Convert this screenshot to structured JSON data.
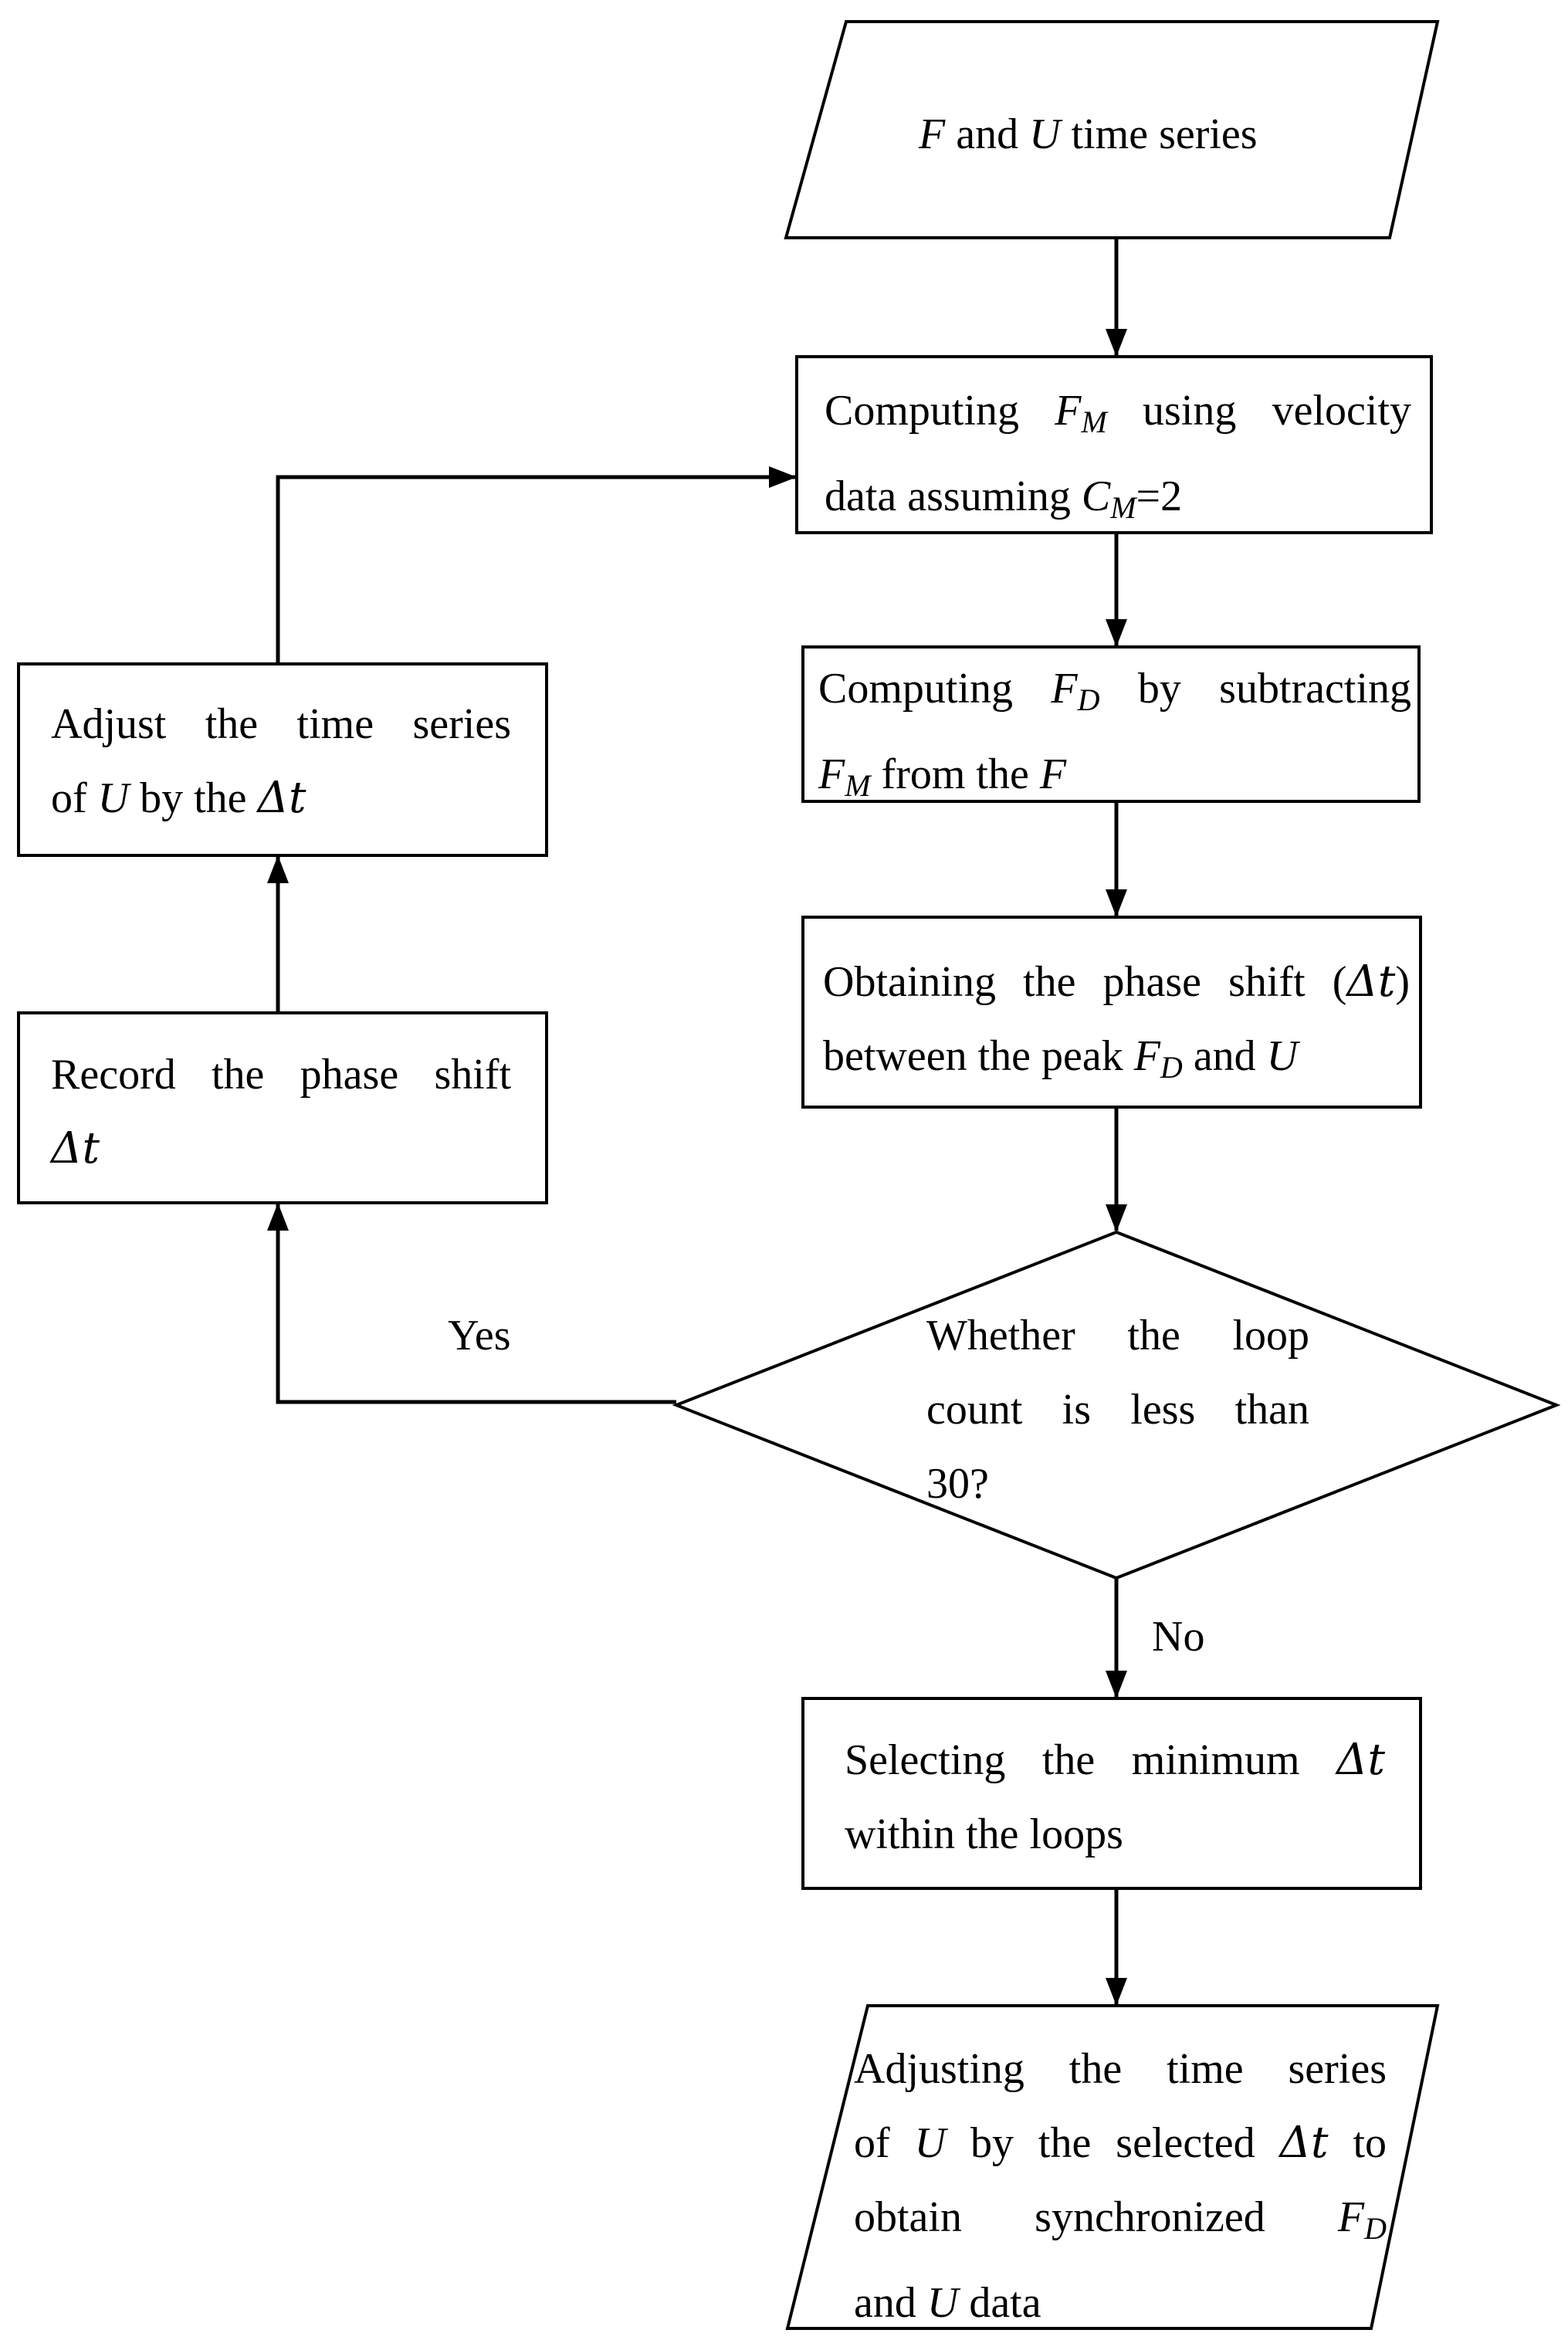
{
  "nodes": {
    "input": {
      "var_f": "F",
      "and": " and ",
      "var_u": "U",
      "rest": " time series"
    },
    "compute_fm": {
      "l1_pre": "Computing ",
      "l1_var": "F",
      "l1_sub": "M",
      "l1_post": " using velocity",
      "l2_pre": "data assuming ",
      "l2_var": "C",
      "l2_sub": "M",
      "l2_post": "=2"
    },
    "compute_fd": {
      "l1_pre": "Computing ",
      "l1_var": "F",
      "l1_sub": "D",
      "l1_post": " by subtracting",
      "l2_var": "F",
      "l2_sub": "M",
      "l2_mid": " from the ",
      "l2_var2": "F"
    },
    "phase_shift": {
      "l1_pre": "Obtaining the phase shift (",
      "l1_math": "Δt",
      "l1_post": ")",
      "l2_pre": "between the peak ",
      "l2_var": "F",
      "l2_sub": "D",
      "l2_mid": " and ",
      "l2_var2": "U"
    },
    "decision": {
      "l1": "Whether the loop",
      "l2": "count is less than",
      "l3": "30?"
    },
    "select_min": {
      "l1_pre": "Selecting the minimum ",
      "l1_math": "Δt",
      "l2": "within the loops"
    },
    "output": {
      "l1": "Adjusting the time series",
      "l2_pre": "of ",
      "l2_var": "U",
      "l2_mid": " by the selected ",
      "l2_math": "Δt",
      "l2_post": " to",
      "l3_pre": "obtain synchronized ",
      "l3_var": "F",
      "l3_sub": "D",
      "l4_pre": "and ",
      "l4_var": "U",
      "l4_post": " data"
    },
    "record": {
      "l1": "Record the phase shift",
      "l2_math": "Δt"
    },
    "adjust": {
      "l1": "Adjust the time series",
      "l2_pre": "of ",
      "l2_var": "U",
      "l2_mid": " by the ",
      "l2_math": "Δt"
    }
  },
  "edge_labels": {
    "yes": "Yes",
    "no": "No"
  }
}
